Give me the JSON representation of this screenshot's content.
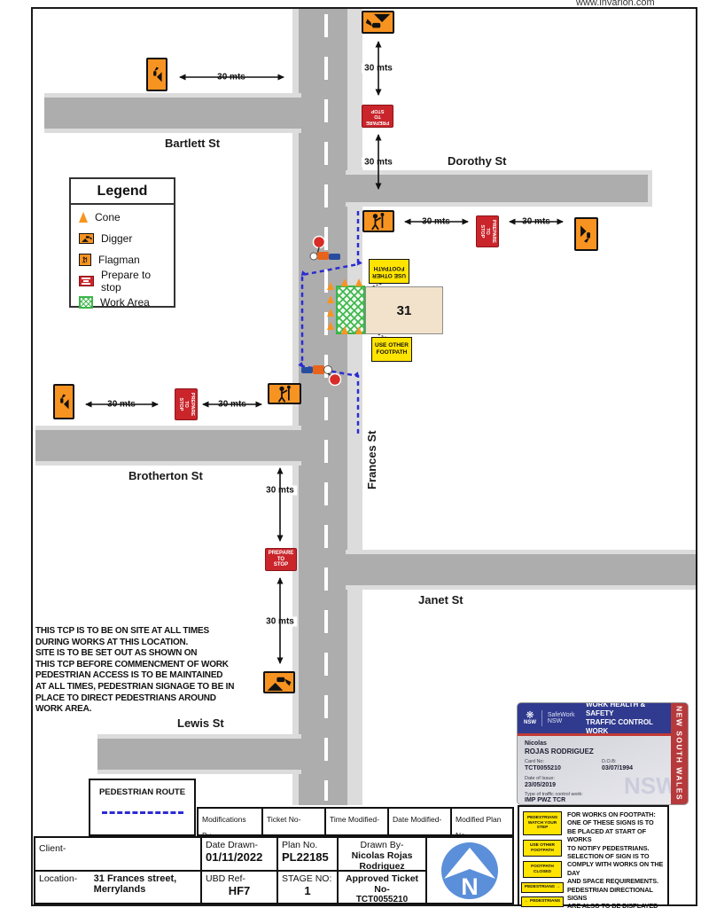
{
  "watermark": "www.invarion.com",
  "legend": {
    "title": "Legend",
    "items": [
      "Cone",
      "Digger",
      "Flagman",
      "Prepare to stop",
      "Work Area"
    ]
  },
  "map": {
    "distance_label": "30 mts",
    "streets": {
      "bartlett": "Bartlett St",
      "dorothy": "Dorothy St",
      "brotherton": "Brotherton St",
      "frances": "Frances St",
      "janet": "Janet St",
      "lewis": "Lewis St"
    },
    "building_number": "31",
    "prepare_to_stop": "PREPARE\nTO\nSTOP",
    "use_other_footpath": "USE OTHER\nFOOTPATH",
    "tcp_note": "THIS TCP IS TO BE ON SITE AT ALL TIMES\nDURING WORKS AT THIS LOCATION.\nSITE IS TO BE SET OUT AS SHOWN ON\nTHIS TCP BEFORE COMMENCMENT OF WORK\nPEDESTRIAN ACCESS IS TO BE MAINTAINED\nAT ALL TIMES, PEDESTRIAN SIGNAGE TO BE IN\nPLACE TO DIRECT PEDESTRIANS AROUND\nWORK AREA."
  },
  "pedestrian_route": {
    "title": "PEDESTRIAN ROUTE"
  },
  "title_block": {
    "modifications_by": "Modifications By-",
    "ticket_no": "Ticket No-",
    "time_modified": "Time Modified-",
    "date_modified": "Date Modified-",
    "modified_plan_no": "Modified Plan No-",
    "client_label": "Client-",
    "client_value": "",
    "location_label": "Location-",
    "location_value": "31 Frances street,\nMerrylands",
    "date_drawn_label": "Date Drawn-",
    "date_drawn_value": "01/11/2022",
    "plan_no_label": "Plan No.",
    "plan_no_value": "PL22185",
    "drawn_by_label": "Drawn By-",
    "drawn_by_value": "Nicolas Rojas Rodriguez",
    "ubd_ref_label": "UBD Ref-",
    "ubd_ref_value": "HF7",
    "stage_label": "STAGE NO:",
    "stage_value": "1",
    "approved_label": "Approved Ticket No-",
    "approved_value": "TCT0055210",
    "north_letter": "N"
  },
  "card": {
    "logo_nsw": "NSW",
    "agency": "SafeWork NSW",
    "title": "WORK HEALTH & SAFETY\nTRAFFIC CONTROL WORK",
    "first_name": "Nicolas",
    "last_name": "ROJAS RODRIGUEZ",
    "card_no_label": "Card No:",
    "card_no": "TCT0055210",
    "dob_label": "D.O.B:",
    "dob": "03/07/1994",
    "issue_label": "Date of Issue:",
    "issue": "23/05/2019",
    "type_label": "Type of traffic control work:",
    "type": "IMP  PWZ  TCR",
    "stripe_text": "NEW SOUTH WALES",
    "watermark": "NSW"
  },
  "footpath_notes": {
    "sign_watch_step": "PEDESTRIANS\nWATCH YOUR\nSTEP",
    "sign_use_other": "USE OTHER\nFOOTPATH",
    "sign_closed": "FOOTPATH\nCLOSED",
    "sign_ped_right": "PEDESTRIANS →",
    "sign_ped_left": "← PEDESTRIANS",
    "text": "FOR WORKS ON FOOTPATH:\nONE OF THESE SIGNS IS TO\nBE PLACED AT START OF WORKS\nTO NOTIFY PEDESTRIANS.\nSELECTION OF SIGN IS TO\nCOMPLY WITH WORKS ON THE DAY\nAND SPACE REQUIREMENTS.\nPEDESTRIAN DIRECTIONAL SIGNS\nARE ALSO TO BE DISPLAYED FOR\nPEDESTRIAN GUIDANCE THROUGH\nWORK SITE"
  },
  "colors": {
    "road": "#adadad",
    "footpath": "#dcdcdc",
    "sign_orange": "#f79321",
    "sign_red": "#c9252b",
    "sign_yellow": "#ffe400",
    "work_area_green": "#3cb54a",
    "route_blue": "#2b2bd5",
    "north_blue": "#5b8fd9",
    "building": "#f2e2cb",
    "card_blue": "#303a8e",
    "card_red": "#b6393b"
  }
}
